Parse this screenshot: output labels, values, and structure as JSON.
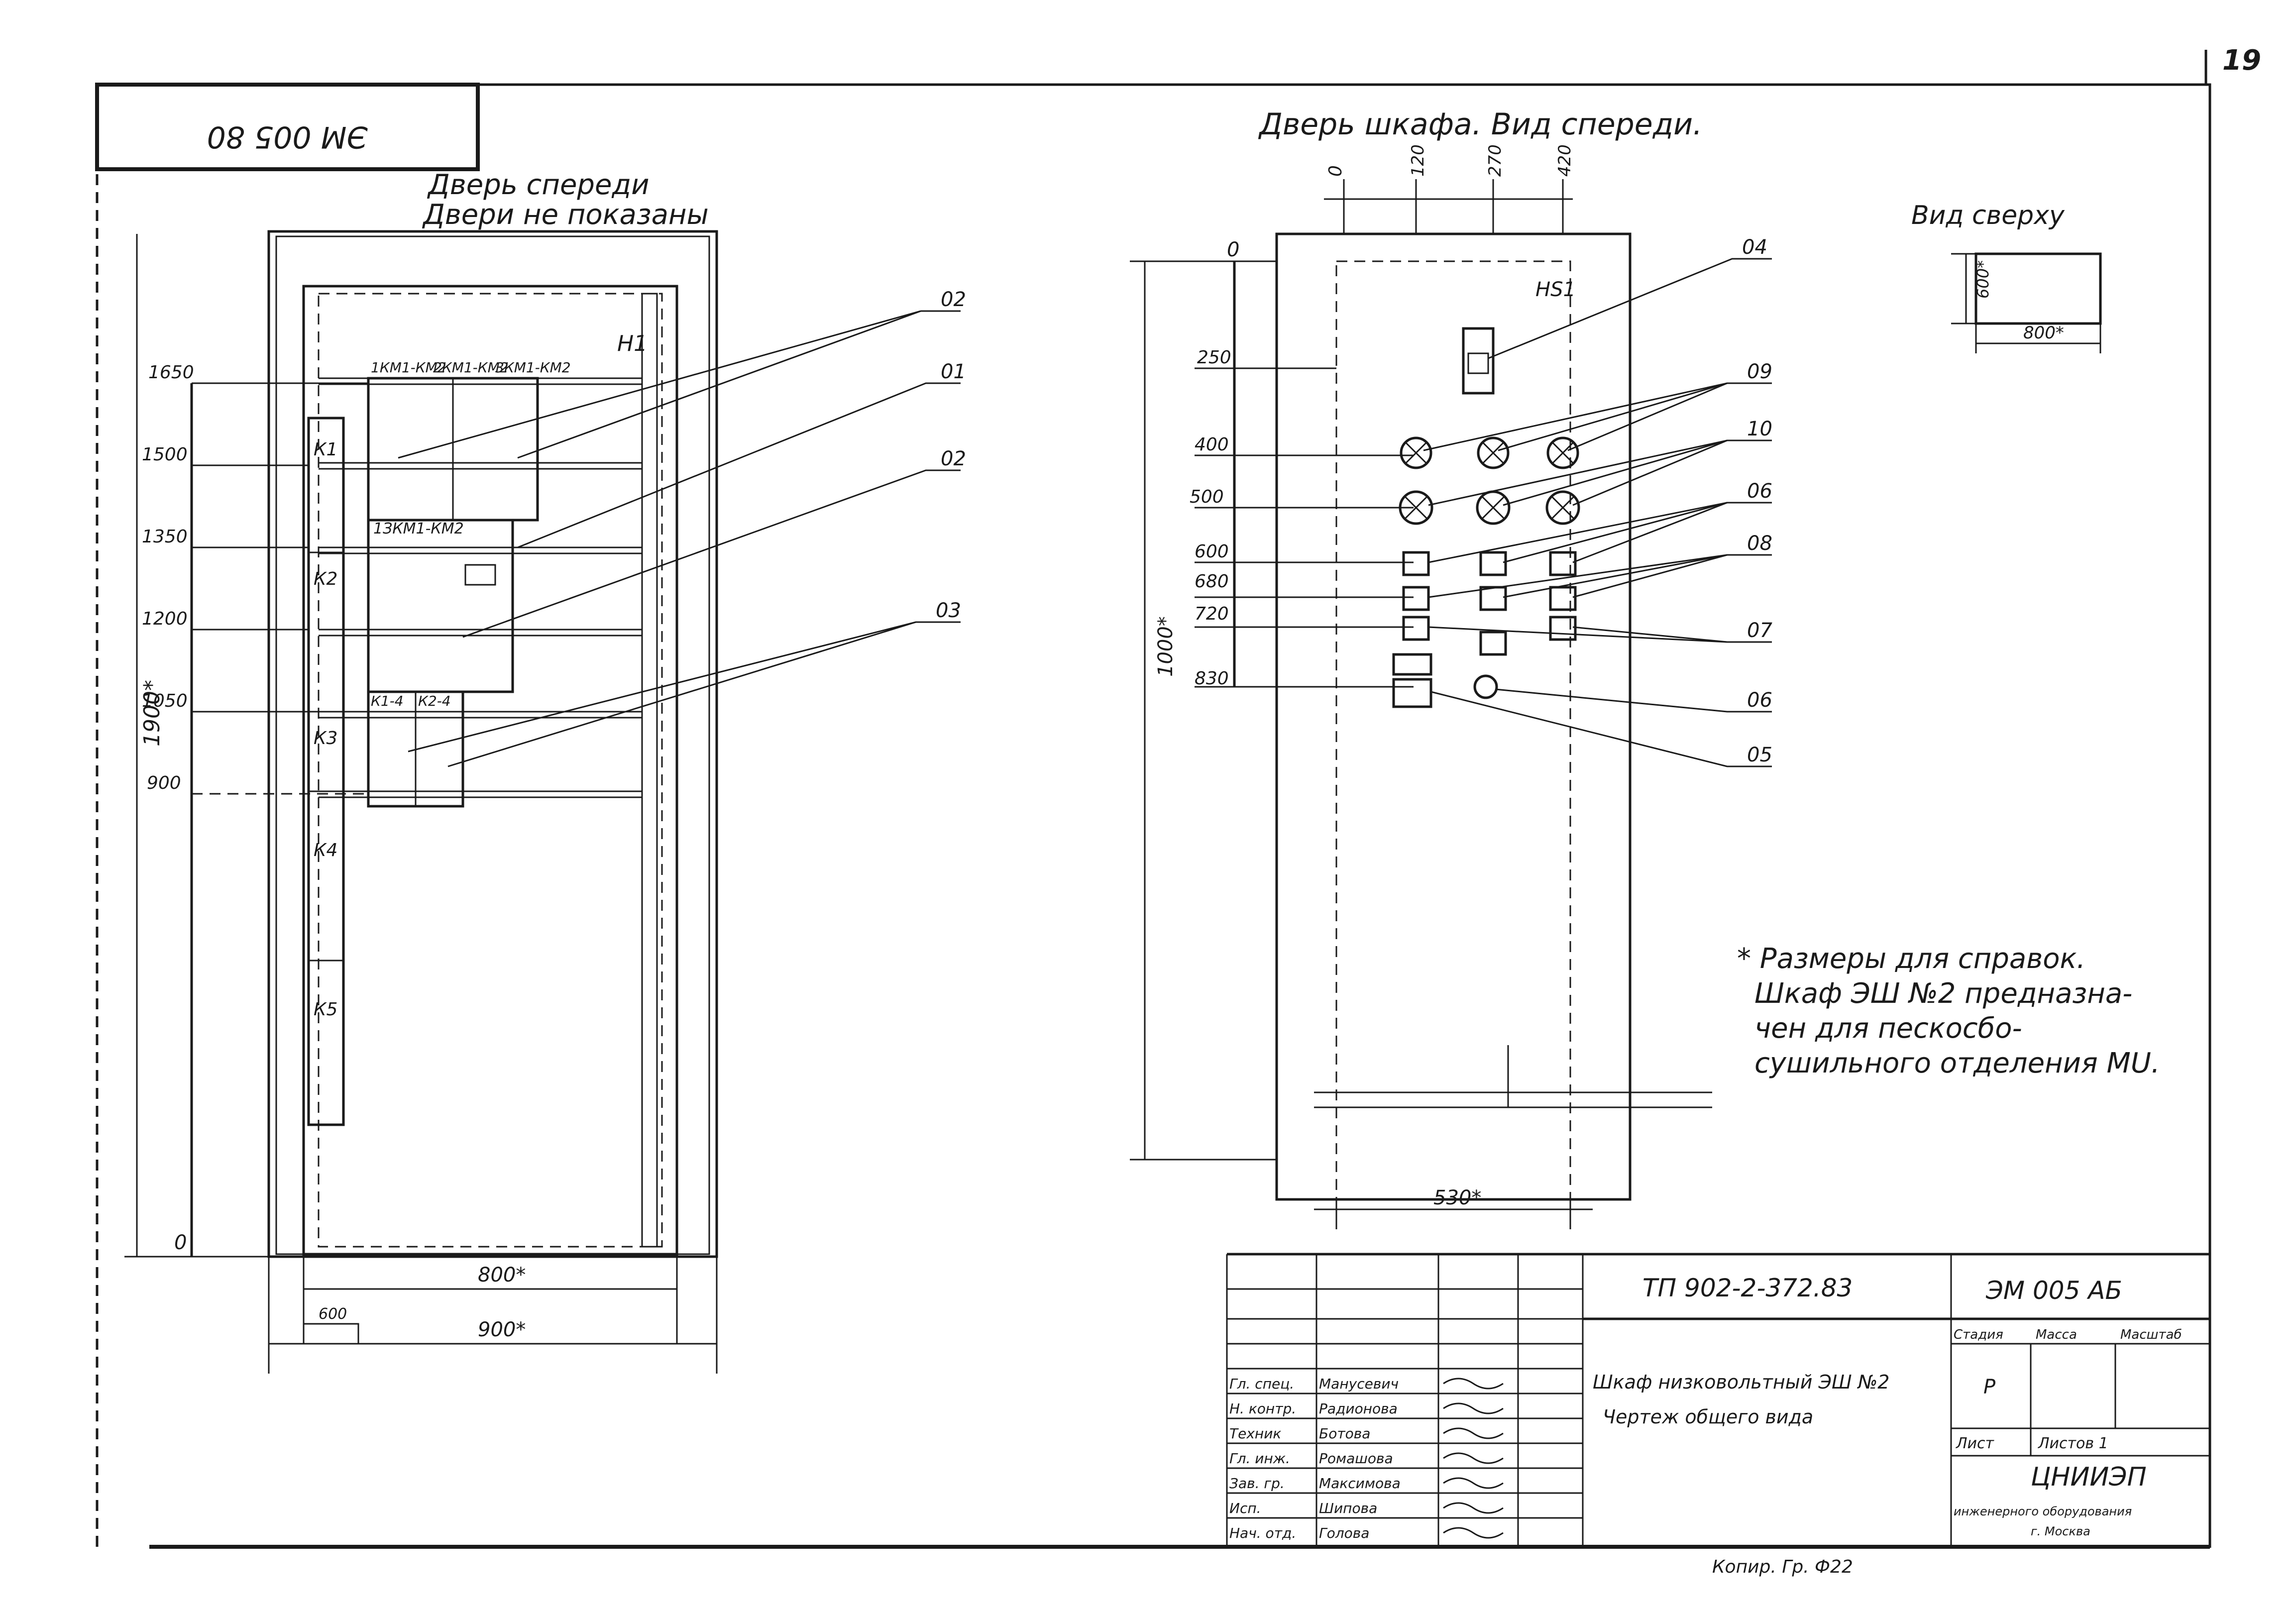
{
  "sheet": {
    "page_number": "19",
    "stamp_code": "ЭМ 005 80",
    "bottom_note": "Копир. Гр. Ф22"
  },
  "left_view": {
    "caption_line1": "Дверь спереди",
    "caption_line2": "Двери не показаны",
    "cabinet_mark": "Н1",
    "dim_height": "1900*",
    "dim_width_inner": "800*",
    "dim_width_outer": "900*",
    "dim_small": "600",
    "levels": [
      "1650",
      "1500",
      "1350",
      "1200",
      "1050",
      "900",
      "0"
    ],
    "contactor_blocks": [
      "К1",
      "К2",
      "К3",
      "К4",
      "К5"
    ],
    "device_labels": [
      "1КМ1-КМ2",
      "2КМ1-КМ2",
      "3КМ1-КМ2",
      "1ЗКМ1-КМ2",
      "К1-4",
      "К2-4"
    ],
    "callouts": [
      "02",
      "01",
      "02",
      "03"
    ]
  },
  "right_view": {
    "caption": "Дверь шкафа. Вид спереди.",
    "panel_mark": "НS1",
    "top_dims": [
      "0",
      "120",
      "270",
      "420"
    ],
    "left_dims": [
      "0",
      "250",
      "400",
      "500",
      "600",
      "680",
      "720",
      "830"
    ],
    "dim_height": "1000*",
    "dim_width": "530*",
    "callouts": [
      "04",
      "09",
      "10",
      "06",
      "08",
      "07",
      "06",
      "05"
    ]
  },
  "top_view": {
    "caption": "Вид сверху",
    "dim_depth": "600*",
    "dim_width": "800*"
  },
  "note": {
    "line1": "* Размеры для справок.",
    "line2": "Шкаф ЭШ №2 предназна-",
    "line3": "чен для пескосбо-",
    "line4": "сушильного отделения МU."
  },
  "title_block": {
    "code": "ТП 902-2-372.83",
    "sheet_code": "ЭМ 005 АБ",
    "description_line1": "Шкаф низковольтный ЭШ №2",
    "description_line2": "Чертеж общего вида",
    "col_stage": "Стадия",
    "col_mass": "Масса",
    "col_scale": "Масштаб",
    "stage_value": "Р",
    "sheet_label": "Лист",
    "sheets_label": "Листов 1",
    "org_short": "ЦНИИЭП",
    "org_full": "инженерного оборудования",
    "org_city": "г. Москва",
    "roles": [
      "Гл. спец.",
      "Н. контр.",
      "Техник",
      "Гл. инж.",
      "Зав. гр.",
      "Исп.",
      "Нач. отд."
    ],
    "names": [
      "Манусевич",
      "Радионова",
      "Ботова",
      "Ромашова",
      "Максимова",
      "Шипова",
      "Голова"
    ]
  }
}
